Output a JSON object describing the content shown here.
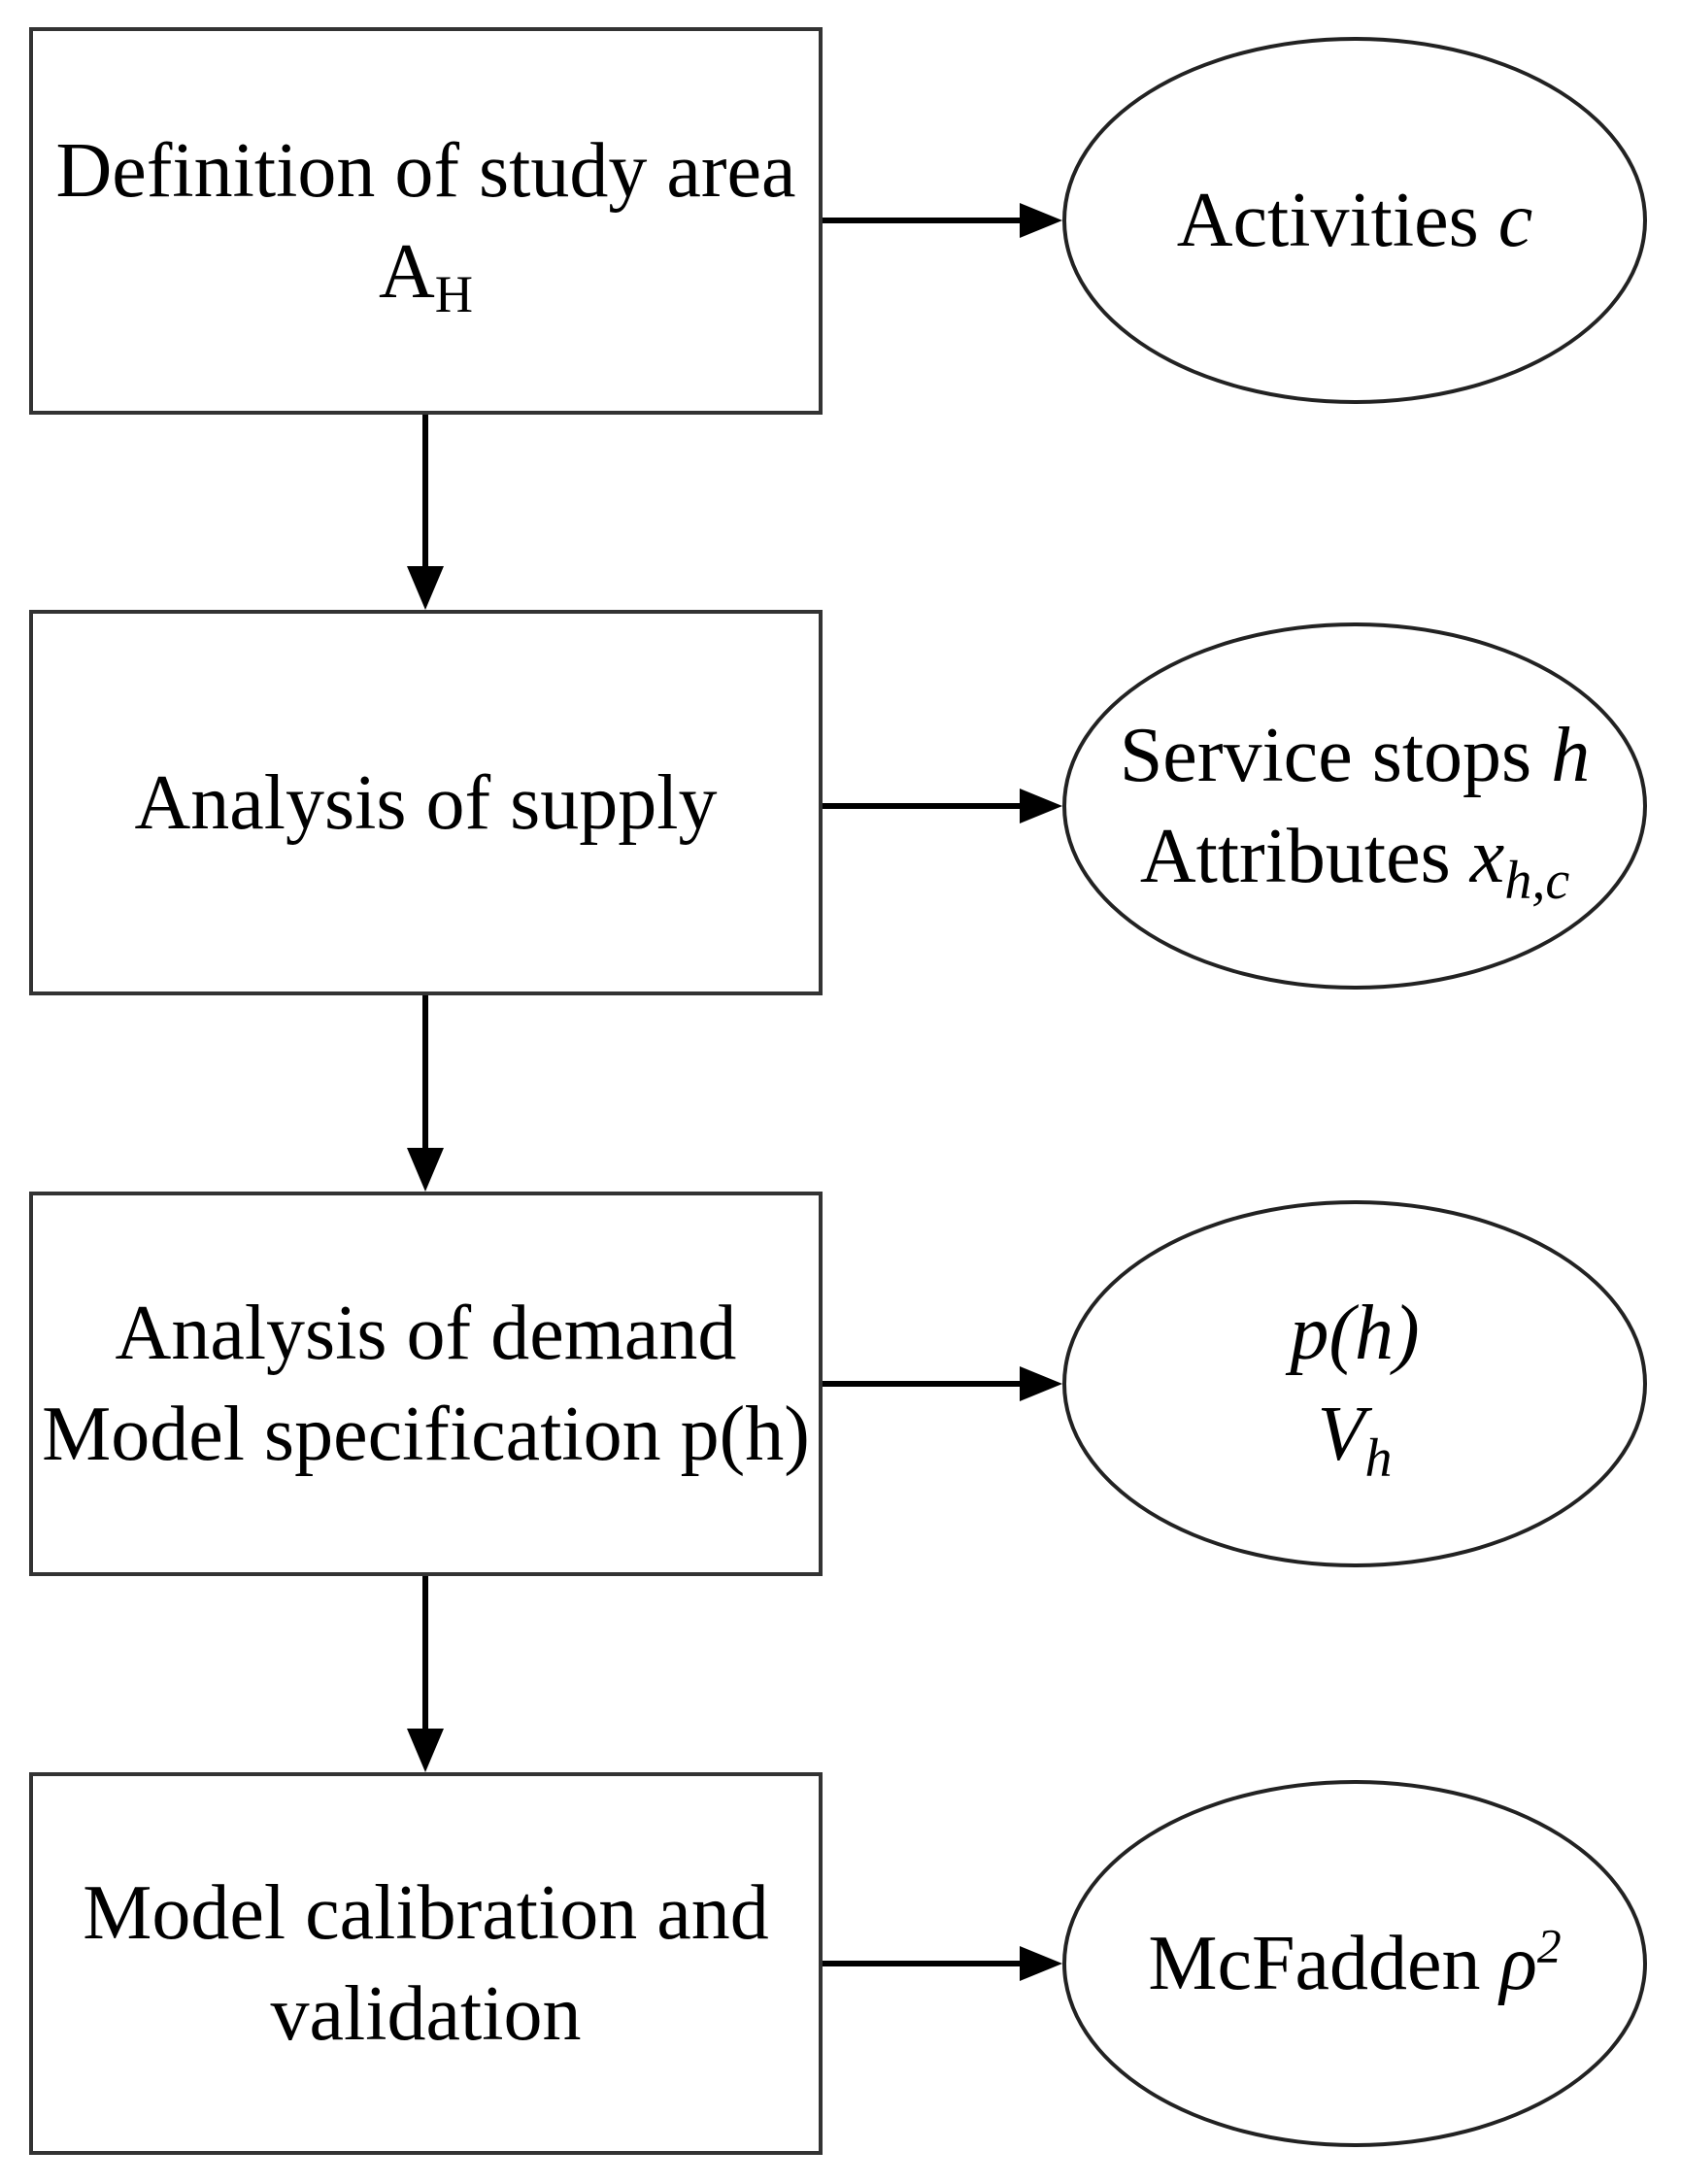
{
  "figure": {
    "type": "flowchart",
    "background": "#ffffff",
    "colors": {
      "box_border": "#333333",
      "ellipse_border": "#222222",
      "arrow": "#000000",
      "text": "#000000"
    }
  },
  "boxes": {
    "b1": {
      "line1": "Definition of study area",
      "sym_base": "A",
      "sym_sub": "H"
    },
    "b2": {
      "line1": "Analysis of supply"
    },
    "b3": {
      "line1": "Analysis of demand",
      "line2": "Model specification p(h)"
    },
    "b4": {
      "line1": "Model calibration and",
      "line2": "validation"
    }
  },
  "ellipses": {
    "e1": {
      "text": "Activities",
      "var": "c"
    },
    "e2": {
      "l1_text": "Service stops",
      "l1_var": "h",
      "l2_text": "Attributes",
      "l2_var": "x",
      "l2_sub": "h,c"
    },
    "e3": {
      "l1_var": "p(h)",
      "l2_var": "V",
      "l2_sub": "h"
    },
    "e4": {
      "text": "McFadden",
      "var": "ρ",
      "sup": "2"
    }
  },
  "connections": [
    {
      "from": "definition-of-study-area",
      "to": "activities",
      "direction": "right"
    },
    {
      "from": "definition-of-study-area",
      "to": "analysis-of-supply",
      "direction": "down"
    },
    {
      "from": "analysis-of-supply",
      "to": "service-stops-attributes",
      "direction": "right"
    },
    {
      "from": "analysis-of-supply",
      "to": "analysis-of-demand",
      "direction": "down"
    },
    {
      "from": "analysis-of-demand",
      "to": "ph-vh",
      "direction": "right"
    },
    {
      "from": "analysis-of-demand",
      "to": "model-calibration-validation",
      "direction": "down"
    },
    {
      "from": "model-calibration-validation",
      "to": "mcfadden-rho2",
      "direction": "right"
    }
  ]
}
